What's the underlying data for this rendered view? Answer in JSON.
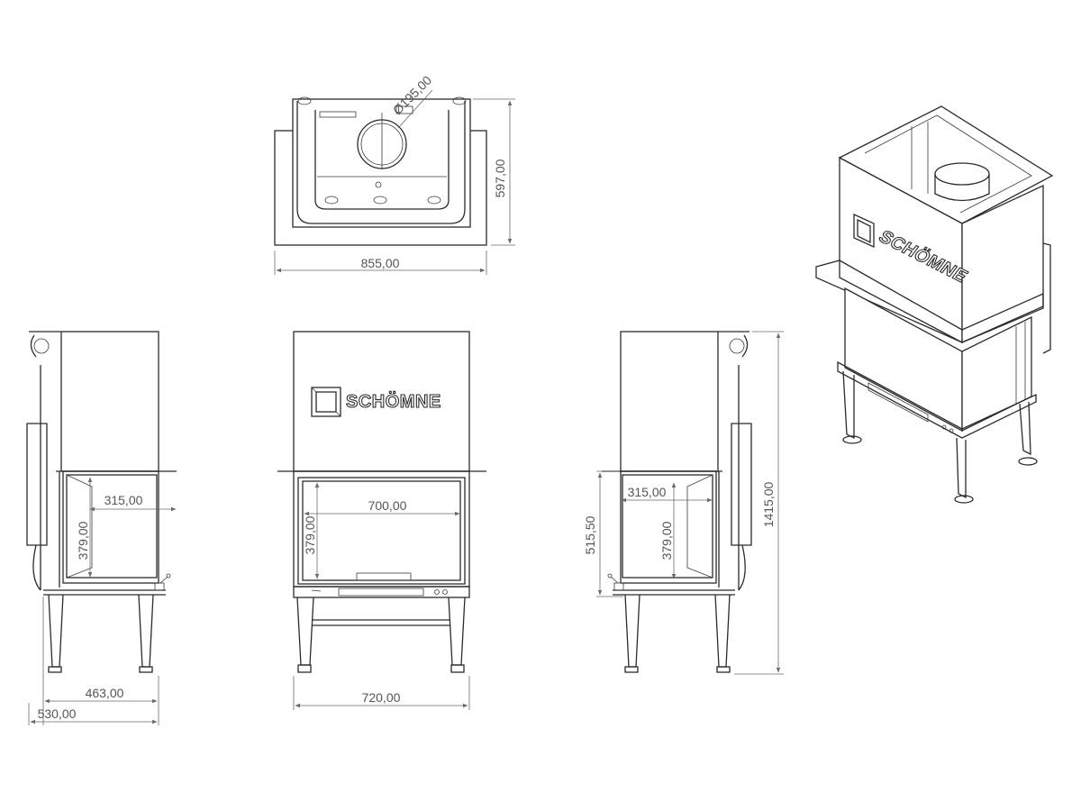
{
  "brand": "SCHÖMNE",
  "top_view": {
    "width_label": "855,00",
    "depth_label": "597,00",
    "flue_label": "Ø195,00"
  },
  "left_view": {
    "opening_width_label": "315,00",
    "opening_height_label": "379,00",
    "leg_span_label": "463,00",
    "total_depth_label": "530,00"
  },
  "front_view": {
    "opening_width_label": "700,00",
    "opening_height_label": "379,00",
    "total_width_label": "720,00"
  },
  "right_view": {
    "opening_width_label": "315,00",
    "opening_height_label": "379,00",
    "floor_to_top_label": "515,50",
    "total_height_label": "1415,00"
  }
}
